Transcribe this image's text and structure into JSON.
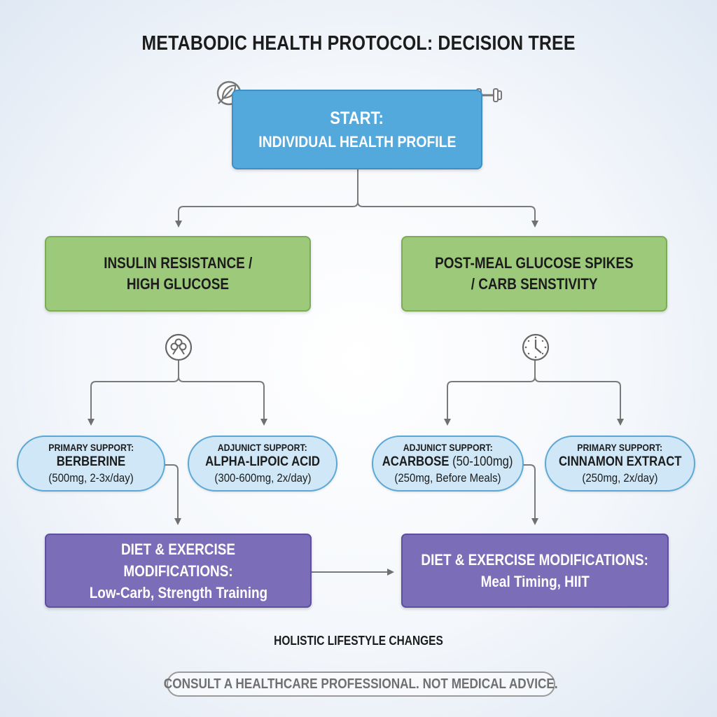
{
  "title": "METABODIC HEALTH PROTOCOL: DECISION TREE",
  "start": {
    "line1": "START:",
    "line2": "INDIVIDUAL HEALTH PROFILE"
  },
  "branches": [
    {
      "label_line1": "INSULIN RESISTANCE /",
      "label_line2": "HIGH GLUCOSE"
    },
    {
      "label_line1": "POST-MEAL GLUCOSE SPIKES",
      "label_line2": "/ CARB SENSTIVITY"
    }
  ],
  "supplements": [
    {
      "type": "PRIMARY SUPPORT:",
      "name": "BERBERINE",
      "dose": "(500mg, 2-3x/day)"
    },
    {
      "type": "ADJUNICT SUPPORT:",
      "name": "ALPHA-LIPOIC ACID",
      "dose": "(300-600mg, 2x/day)"
    },
    {
      "type": "ADJUNICT SUPPORT:",
      "name": "ACARBOSE",
      "name_extra": "(50-100mg)",
      "dose": "(250mg, Before Meals)"
    },
    {
      "type": "PRIMARY SUPPORT:",
      "name": "CINNAMON EXTRACT",
      "dose": "(250mg, 2x/day)"
    }
  ],
  "modifications": [
    {
      "line1": "DIET & EXERCISE MODIFICATIONS:",
      "line2": "Low-Carb, Strength Training"
    },
    {
      "line1": "DIET & EXERCISE MODIFICATIONS:",
      "line2": "Meal Timing, HIIT"
    }
  ],
  "footer_label": "HOLISTIC LIFESTYLE CHANGES",
  "disclaimer": "CONSULT A HEALTHCARE PROFESSIONAL. NOT MEDICAL ADVICE.",
  "icons": [
    "leaf-icon",
    "dumbbell-icon",
    "clover-ribbon-icon",
    "clock-icon"
  ],
  "colors": {
    "start": "#53a8dc",
    "condition": "#9dc97a",
    "supplement": "#cfe7f6",
    "modification": "#7b6db8",
    "connector": "#707070"
  }
}
